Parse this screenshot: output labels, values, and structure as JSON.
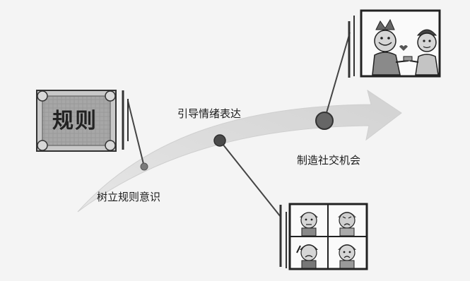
{
  "steps": [
    {
      "label": "树立规则意识"
    },
    {
      "label": "引导情绪表达"
    },
    {
      "label": "制造社交机会"
    }
  ],
  "scroll": {
    "text": "规则"
  },
  "colors": {
    "background": "#f4f4f4",
    "arrow": "#dedede",
    "connector": "#444444",
    "node_1": "#7a7a7a",
    "node_2": "#4a4a4a",
    "node_3": "#666666"
  },
  "illustrations": {
    "top_right": "kids-sharing-icon",
    "bottom_right": "emotion-faces-icon",
    "left": "rules-scroll-icon"
  }
}
